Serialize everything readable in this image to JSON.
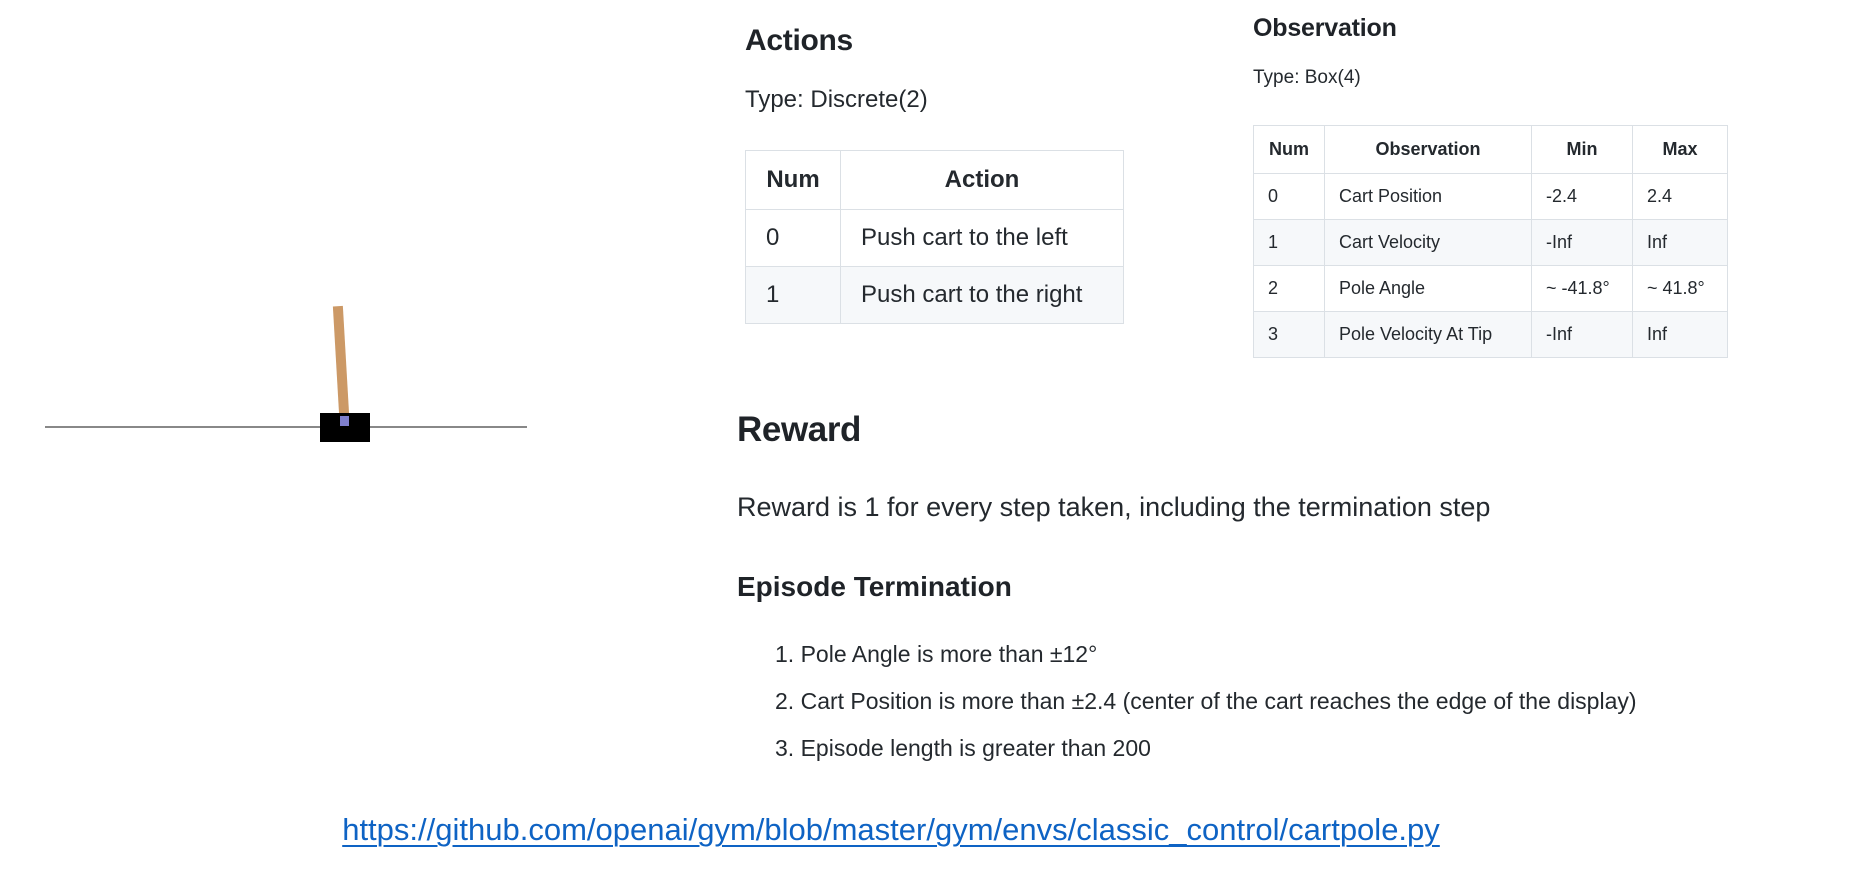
{
  "cartpole": {
    "description": "cartpole-environment-render",
    "track_color": "#888888",
    "cart_color": "#000000",
    "pole_color": "#cc9966",
    "axle_color": "#7f7fcc"
  },
  "actions": {
    "title": "Actions",
    "type_label": "Type: Discrete(2)",
    "table": {
      "headers": [
        "Num",
        "Action"
      ],
      "rows": [
        [
          "0",
          "Push cart to the left"
        ],
        [
          "1",
          "Push cart to the right"
        ]
      ]
    }
  },
  "observation": {
    "title": "Observation",
    "type_label": "Type: Box(4)",
    "table": {
      "headers": [
        "Num",
        "Observation",
        "Min",
        "Max"
      ],
      "rows": [
        [
          "0",
          "Cart Position",
          "-2.4",
          "2.4"
        ],
        [
          "1",
          "Cart Velocity",
          "-Inf",
          "Inf"
        ],
        [
          "2",
          "Pole Angle",
          "~ -41.8°",
          "~ 41.8°"
        ],
        [
          "3",
          "Pole Velocity At Tip",
          "-Inf",
          "Inf"
        ]
      ]
    }
  },
  "reward": {
    "title": "Reward",
    "description": "Reward is 1 for every step taken, including the termination step"
  },
  "episode_termination": {
    "title": "Episode Termination",
    "items": [
      "Pole Angle is more than ±12°",
      "Cart Position is more than ±2.4 (center of the cart reaches the edge of the display)",
      "Episode length is greater than 200"
    ]
  },
  "link": {
    "text": "https://github.com/openai/gym/blob/master/gym/envs/classic_control/cartpole.py",
    "color": "#0E63C4"
  }
}
